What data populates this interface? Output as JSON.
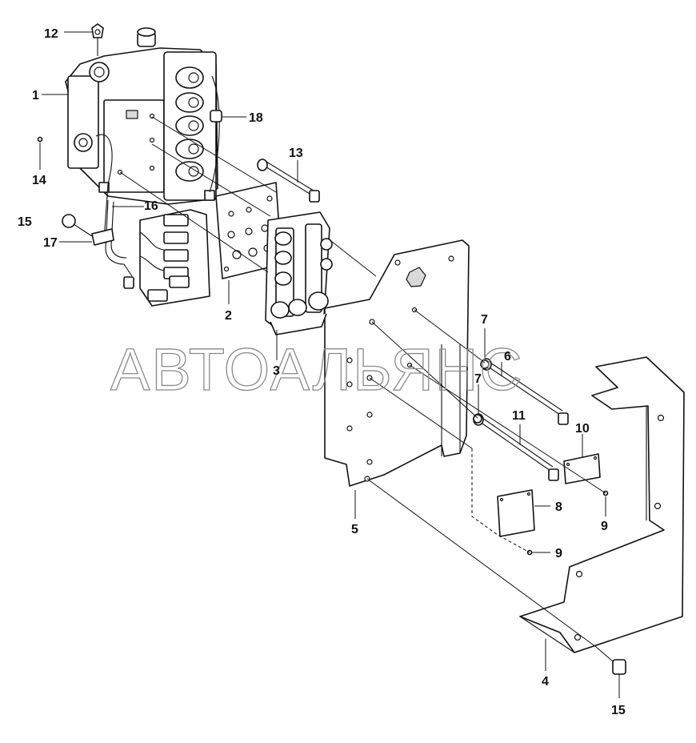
{
  "watermark": "АВТОАЛЬЯНС",
  "callouts": [
    {
      "id": "c12",
      "text": "12"
    },
    {
      "id": "c1",
      "text": "1"
    },
    {
      "id": "c18",
      "text": "18"
    },
    {
      "id": "c13",
      "text": "13"
    },
    {
      "id": "c14",
      "text": "14"
    },
    {
      "id": "c16",
      "text": "16"
    },
    {
      "id": "c15a",
      "text": "15"
    },
    {
      "id": "c17",
      "text": "17"
    },
    {
      "id": "c2",
      "text": "2"
    },
    {
      "id": "c3",
      "text": "3"
    },
    {
      "id": "c7a",
      "text": "7"
    },
    {
      "id": "c6",
      "text": "6"
    },
    {
      "id": "c7b",
      "text": "7"
    },
    {
      "id": "c11",
      "text": "11"
    },
    {
      "id": "c10",
      "text": "10"
    },
    {
      "id": "c9a",
      "text": "9"
    },
    {
      "id": "c8",
      "text": "8"
    },
    {
      "id": "c9b",
      "text": "9"
    },
    {
      "id": "c5",
      "text": "5"
    },
    {
      "id": "c4",
      "text": "4"
    },
    {
      "id": "c15b",
      "text": "15"
    }
  ]
}
